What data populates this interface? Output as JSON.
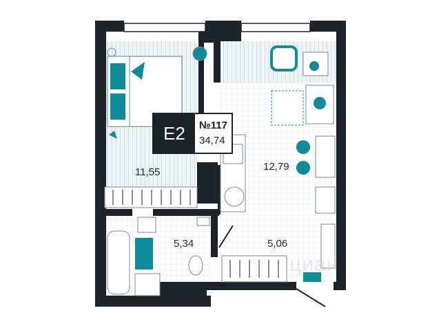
{
  "unit": {
    "code": "E2",
    "number": "№117",
    "total_area": "34,74"
  },
  "rooms": {
    "bedroom_area": "11,55",
    "kitchen_area": "12,79",
    "bathroom_area": "5,34",
    "hallway_area": "5,06"
  },
  "watermark": "циан",
  "colors": {
    "wall": "#1c2329",
    "accent": "#0f8b9a",
    "floor_hatch": "#dfe7ea",
    "furniture_line": "#7a8a94"
  }
}
